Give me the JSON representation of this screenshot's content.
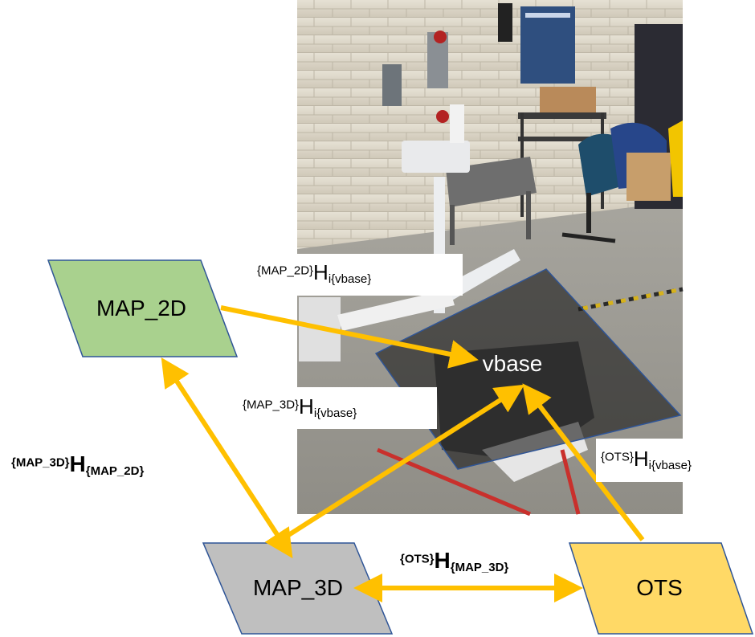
{
  "nodes": {
    "map2d": {
      "label": "MAP_2D",
      "color": "#a9d18e"
    },
    "map3d": {
      "label": "MAP_3D",
      "color": "#bfbfbf"
    },
    "ots": {
      "label": "OTS",
      "color": "#ffd966"
    },
    "vbase": {
      "label": "vbase"
    }
  },
  "arrow_color": "#ffc000",
  "transforms": {
    "map2d_vbase": {
      "pre": "{MAP_2D}",
      "main": "H",
      "sub": "i{vbase}"
    },
    "map3d_vbase": {
      "pre": "{MAP_3D}",
      "main": "H",
      "sub": "i{vbase}"
    },
    "ots_vbase": {
      "pre": "{OTS}",
      "main": "H",
      "sub": "i{vbase}"
    },
    "map3d_map2d": {
      "pre": "{MAP_3D}",
      "main": "H",
      "sub": "{MAP_2D}"
    },
    "ots_map3d": {
      "pre": "{OTS}",
      "main": "H",
      "sub": "{MAP_3D}"
    }
  },
  "photo": {
    "description": "robot-photo",
    "floor_tape_color": "#d9534f"
  }
}
